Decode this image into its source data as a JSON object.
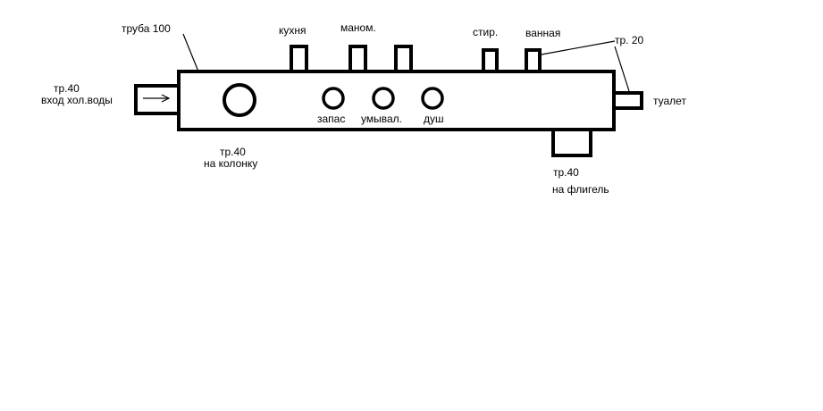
{
  "labels": {
    "main_pipe": "труба 100",
    "kitchen": "кухня",
    "gauge": "маном.",
    "washer": "стир.",
    "bathroom": "ванная",
    "pipe20": "тр. 20",
    "inlet_size": "тр.40",
    "inlet_name": "вход хол.воды",
    "toilet": "туалет",
    "reserve": "запас",
    "washbasin": "умывал.",
    "shower": "душ",
    "column_size": "тр.40",
    "column_name": "на колонку",
    "annex_size": "тр.40",
    "annex_name": "на флигель"
  },
  "colors": {
    "stroke": "#000000",
    "background": "#ffffff"
  }
}
